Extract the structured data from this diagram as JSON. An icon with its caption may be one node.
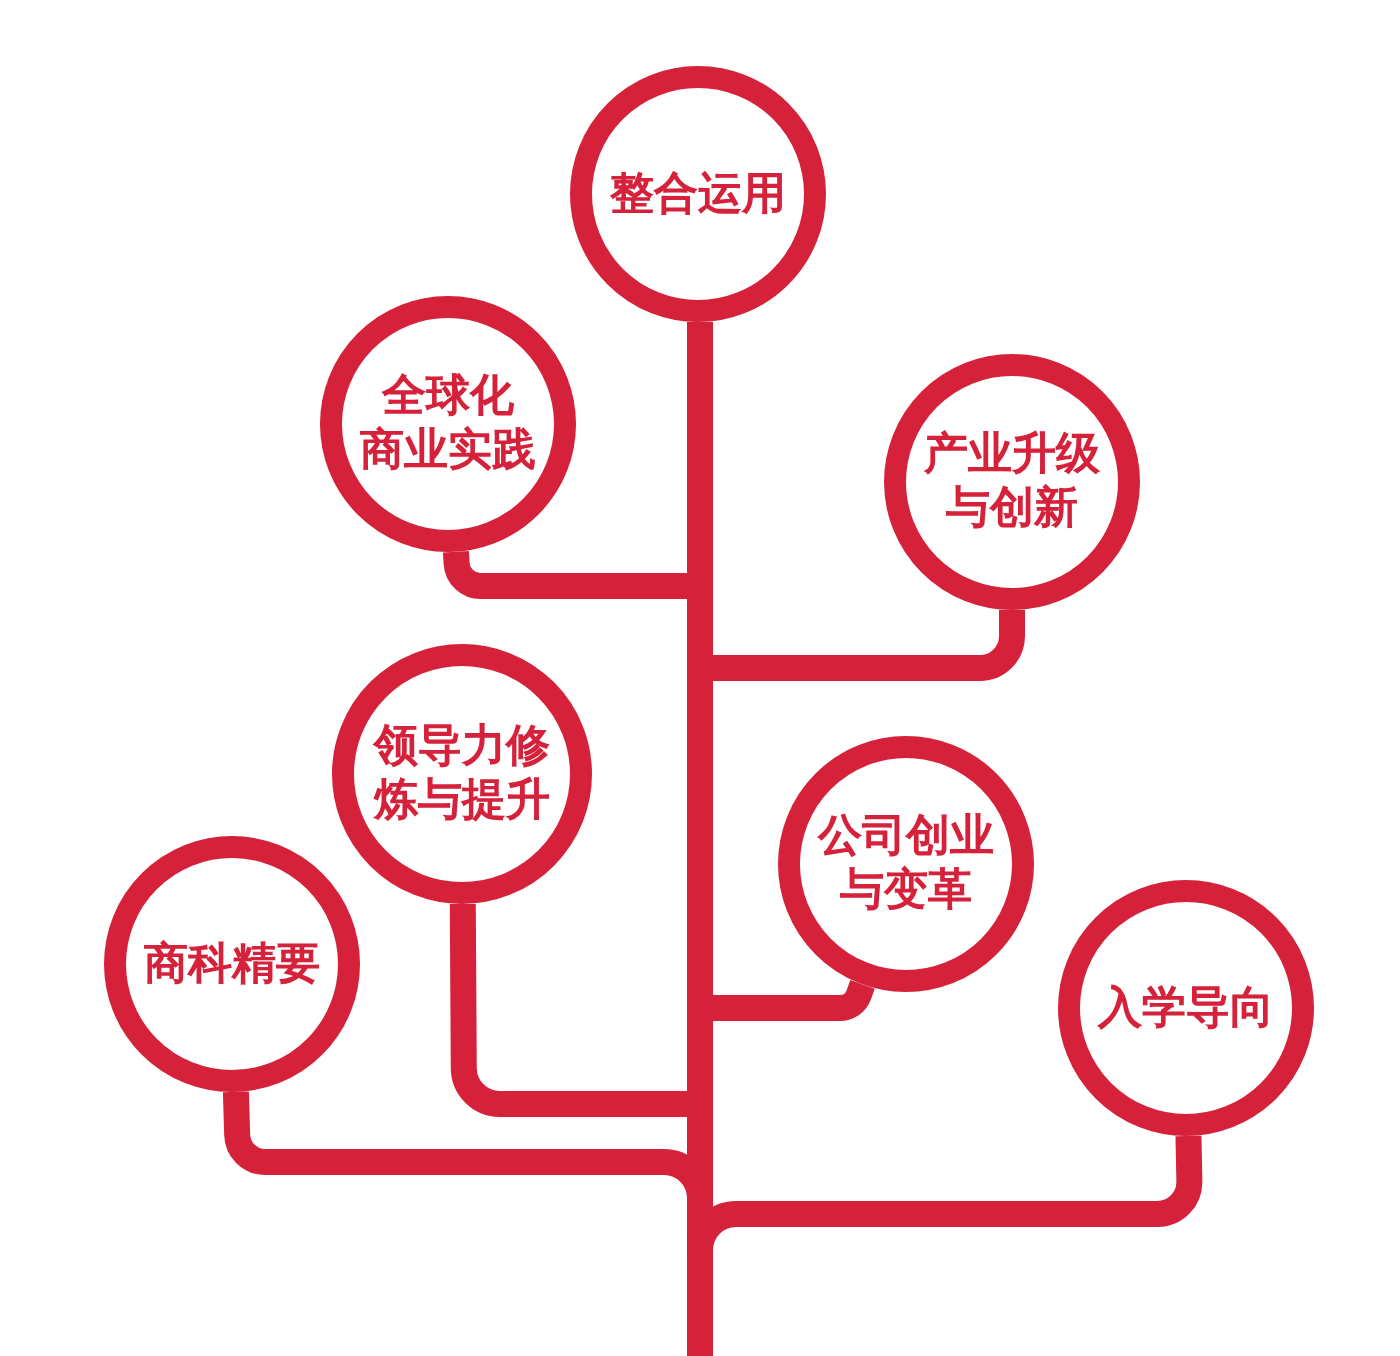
{
  "diagram": {
    "nodes": [
      {
        "text": [
          "整合运用"
        ]
      },
      {
        "text": [
          "全球化商业实践"
        ]
      },
      {
        "text": [
          "产业升级与创新"
        ]
      },
      {
        "text": [
          "领导力修炼与提升"
        ]
      },
      {
        "text": [
          "公司创业与变革"
        ]
      },
      {
        "text": [
          "商科精要"
        ]
      },
      {
        "text": [
          "入学导向"
        ]
      }
    ],
    "edges": [
      {
        "from": null,
        "to": 0,
        "arrow": "none"
      },
      {
        "from": null,
        "to": 1,
        "arrow": "none"
      },
      {
        "from": null,
        "to": 2,
        "arrow": "none"
      },
      {
        "from": null,
        "to": 3,
        "arrow": "none"
      },
      {
        "from": null,
        "to": 4,
        "arrow": "none"
      },
      {
        "from": null,
        "to": 5,
        "arrow": "none"
      },
      {
        "from": null,
        "to": 6,
        "arrow": "none"
      }
    ]
  }
}
